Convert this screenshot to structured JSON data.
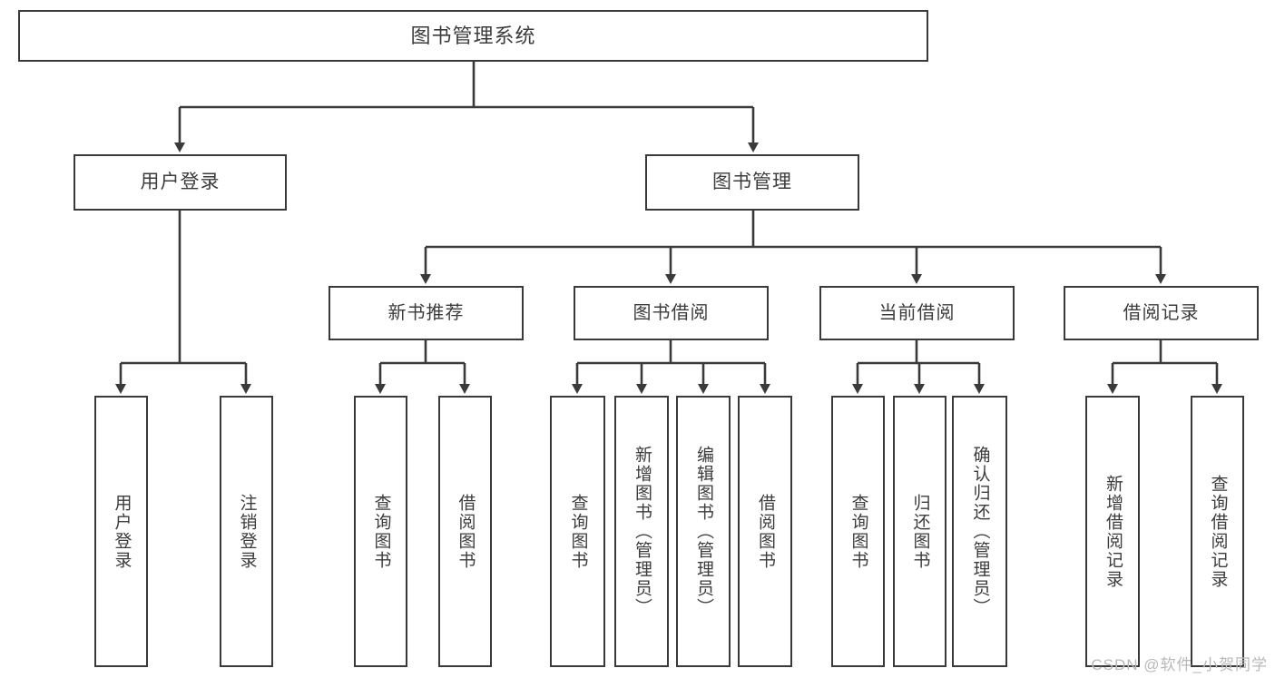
{
  "diagram": {
    "type": "tree-hierarchy",
    "title": "图书管理系统",
    "root": {
      "label": "图书管理系统"
    },
    "level2": [
      {
        "label": "用户登录"
      },
      {
        "label": "图书管理"
      }
    ],
    "level3": [
      {
        "label": "新书推荐"
      },
      {
        "label": "图书借阅"
      },
      {
        "label": "当前借阅"
      },
      {
        "label": "借阅记录"
      }
    ],
    "leaves": {
      "user_login": [
        {
          "label": "用户登录"
        },
        {
          "label": "注销登录"
        }
      ],
      "new_book_recommend": [
        {
          "label": "查询图书"
        },
        {
          "label": "借阅图书"
        }
      ],
      "book_borrow": [
        {
          "label": "查询图书"
        },
        {
          "label": "新增图书（管理员）"
        },
        {
          "label": "编辑图书（管理员）"
        },
        {
          "label": "借阅图书"
        }
      ],
      "current_borrow": [
        {
          "label": "查询图书"
        },
        {
          "label": "归还图书"
        },
        {
          "label": "确认归还（管理员）"
        }
      ],
      "borrow_record": [
        {
          "label": "新增借阅记录"
        },
        {
          "label": "查询借阅记录"
        }
      ]
    }
  },
  "watermark": {
    "text": "CSDN @软件_小贺同学"
  },
  "colors": {
    "stroke": "#3a3a3a",
    "text": "#3c3c3c",
    "background": "#ffffff",
    "watermark": "#b9b9b9"
  }
}
